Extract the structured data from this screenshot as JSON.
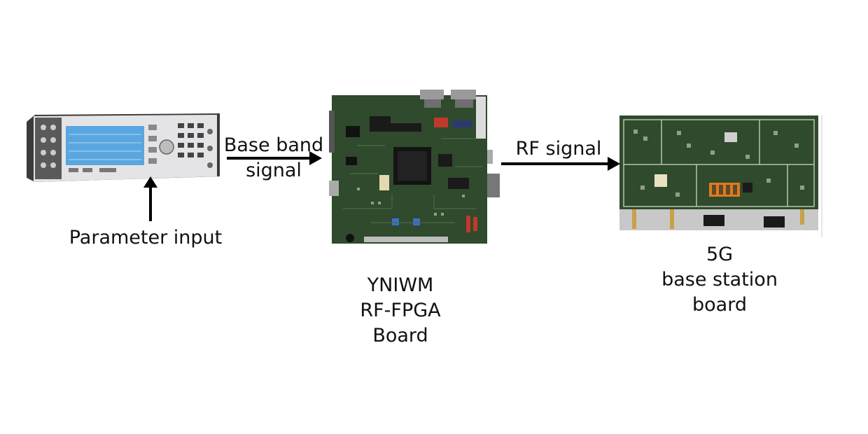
{
  "nodes": {
    "signal_generator": {
      "label": "Parameter input",
      "icon": "signal-generator-icon"
    },
    "fpga_board": {
      "label_lines": [
        "YNIWM",
        "RF-FPGA",
        "Board"
      ],
      "icon": "fpga-board-icon"
    },
    "base_station": {
      "label_lines": [
        "5G",
        "base station",
        "board"
      ],
      "icon": "base-station-board-icon"
    }
  },
  "edges": {
    "baseband": {
      "label_lines": [
        "Base band",
        "signal"
      ]
    },
    "rf": {
      "label": "RF signal"
    }
  },
  "colors": {
    "pcb_green": "#2f4a2c",
    "pcb_green_light": "#4f6a45",
    "instrument_body": "#e4e4e6",
    "instrument_screen": "#5aa6e0",
    "arrow": "#000000"
  }
}
